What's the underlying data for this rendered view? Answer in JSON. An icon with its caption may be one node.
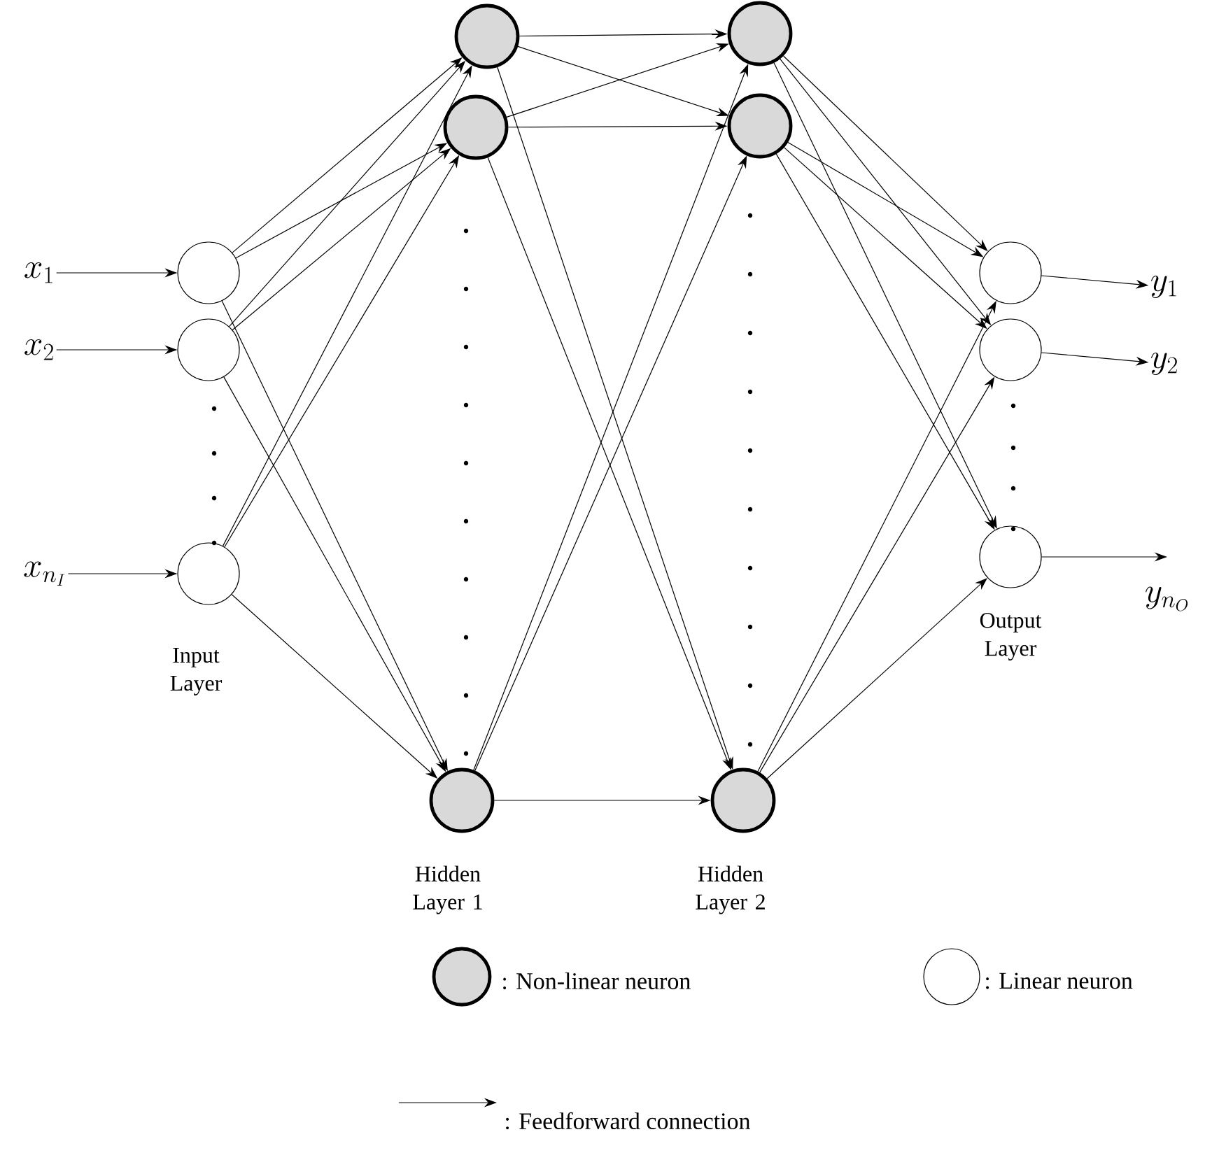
{
  "diagram": {
    "nodes": [
      {
        "text": [
          "x_{1}"
        ]
      },
      {
        "text": [
          "x_{2}"
        ]
      },
      {
        "text": [
          "x_{n_I}"
        ]
      },
      {
        "text": [],
        "shape": "circle"
      },
      {
        "text": [],
        "shape": "circle"
      },
      {
        "text": [],
        "shape": "circle"
      },
      {
        "text": [],
        "shape": "circle"
      },
      {
        "text": [],
        "shape": "circle"
      },
      {
        "text": [],
        "shape": "circle"
      },
      {
        "text": [],
        "shape": "circle"
      },
      {
        "text": [],
        "shape": "circle"
      },
      {
        "text": [],
        "shape": "circle"
      },
      {
        "text": [],
        "shape": "circle"
      },
      {
        "text": [],
        "shape": "circle"
      },
      {
        "text": [],
        "shape": "circle"
      },
      {
        "text": [
          "y_{1}"
        ]
      },
      {
        "text": [
          "y_{2}"
        ]
      },
      {
        "text": [
          "y_{n_O}"
        ]
      }
    ],
    "edges": [
      {
        "from": 0,
        "to": 3,
        "arrow": "to"
      },
      {
        "from": 1,
        "to": 4,
        "arrow": "to"
      },
      {
        "from": 2,
        "to": 5,
        "arrow": "to"
      },
      {
        "from": 3,
        "to": 6,
        "arrow": "to"
      },
      {
        "from": 3,
        "to": 7,
        "arrow": "to"
      },
      {
        "from": 3,
        "to": 8,
        "arrow": "to"
      },
      {
        "from": 4,
        "to": 6,
        "arrow": "to"
      },
      {
        "from": 4,
        "to": 7,
        "arrow": "to"
      },
      {
        "from": 4,
        "to": 8,
        "arrow": "to"
      },
      {
        "from": 5,
        "to": 6,
        "arrow": "to"
      },
      {
        "from": 5,
        "to": 7,
        "arrow": "to"
      },
      {
        "from": 5,
        "to": 8,
        "arrow": "to"
      },
      {
        "from": 6,
        "to": 9,
        "arrow": "to"
      },
      {
        "from": 6,
        "to": 10,
        "arrow": "to"
      },
      {
        "from": 6,
        "to": 11,
        "arrow": "to"
      },
      {
        "from": 7,
        "to": 9,
        "arrow": "to"
      },
      {
        "from": 7,
        "to": 10,
        "arrow": "to"
      },
      {
        "from": 7,
        "to": 11,
        "arrow": "to"
      },
      {
        "from": 8,
        "to": 9,
        "arrow": "to"
      },
      {
        "from": 8,
        "to": 10,
        "arrow": "to"
      },
      {
        "from": 8,
        "to": 11,
        "arrow": "to"
      },
      {
        "from": 9,
        "to": 12,
        "arrow": "to"
      },
      {
        "from": 9,
        "to": 13,
        "arrow": "to"
      },
      {
        "from": 9,
        "to": 14,
        "arrow": "to"
      },
      {
        "from": 10,
        "to": 12,
        "arrow": "to"
      },
      {
        "from": 10,
        "to": 13,
        "arrow": "to"
      },
      {
        "from": 10,
        "to": 14,
        "arrow": "to"
      },
      {
        "from": 11,
        "to": 12,
        "arrow": "to"
      },
      {
        "from": 11,
        "to": 13,
        "arrow": "to"
      },
      {
        "from": 11,
        "to": 14,
        "arrow": "to"
      },
      {
        "from": 12,
        "to": 15,
        "arrow": "to"
      },
      {
        "from": 13,
        "to": 16,
        "arrow": "to"
      },
      {
        "from": 14,
        "to": 17,
        "arrow": "to"
      }
    ],
    "labels": [
      "Input Layer",
      "Output Layer",
      "Hidden Layer 1",
      "Hidden Layer 2"
    ],
    "legend": [
      {
        "text": ": Non-linear neuron"
      },
      {
        "text": ": Linear neuron"
      },
      {
        "text": ": Feedforward connection"
      }
    ]
  }
}
